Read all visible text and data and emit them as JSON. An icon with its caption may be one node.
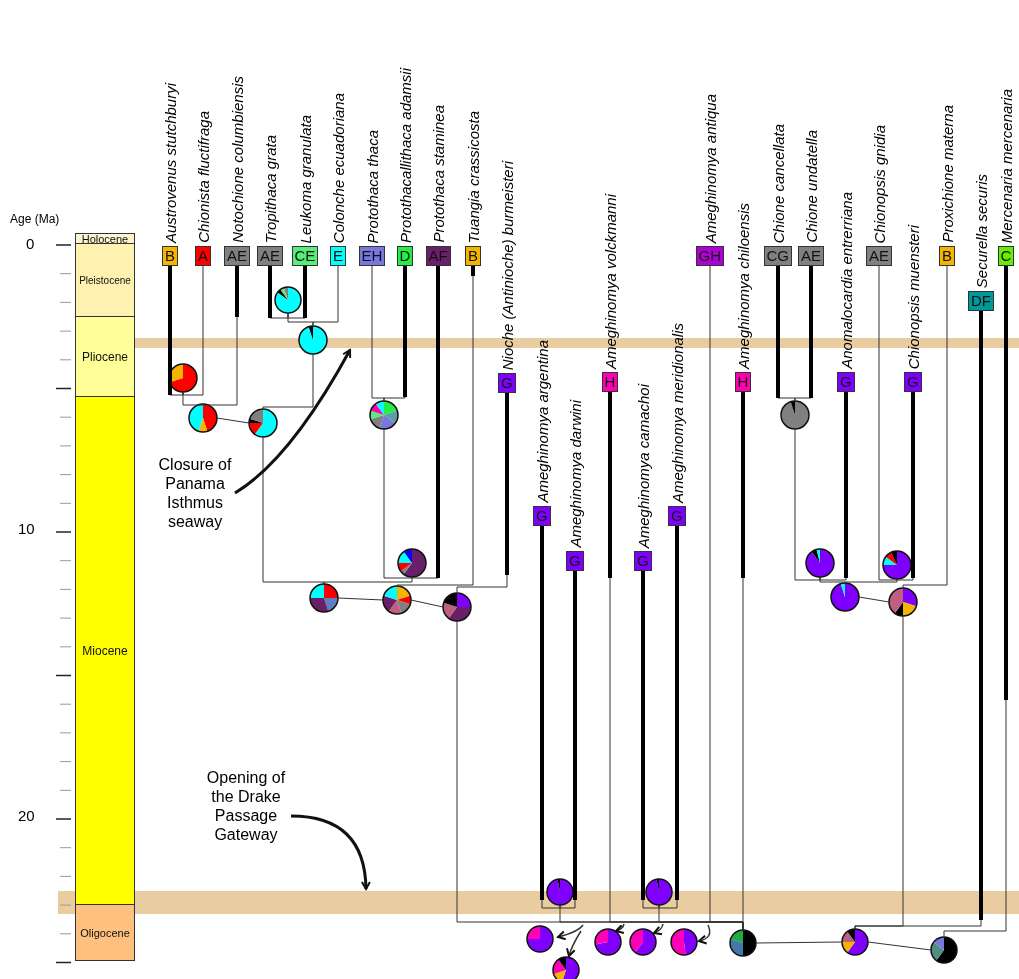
{
  "diagram": {
    "nodes": [
      {
        "text": [
          "Holocene"
        ]
      },
      {
        "text": [
          "Pleistocene"
        ]
      },
      {
        "text": [
          "Pliocene"
        ]
      },
      {
        "text": [
          "Miocene"
        ]
      },
      {
        "text": [
          "Oligocene"
        ]
      },
      {
        "text": [
          "B"
        ],
        "beside": [
          "Austrovenus stutchburyi"
        ]
      },
      {
        "text": [
          "A"
        ],
        "beside": [
          "Chionista fluctifraga"
        ]
      },
      {
        "text": [
          "AE"
        ],
        "beside": [
          "Notochione columbiensis"
        ]
      },
      {
        "text": [
          "AE"
        ],
        "beside": [
          "Tropithaca grata"
        ]
      },
      {
        "text": [
          "CE"
        ],
        "beside": [
          "Leukoma granulata"
        ]
      },
      {
        "text": [
          "E"
        ],
        "beside": [
          "Colonche ecuadoriana"
        ]
      },
      {
        "text": [
          "EH"
        ],
        "beside": [
          "Protothaca thaca"
        ]
      },
      {
        "text": [
          "D"
        ],
        "beside": [
          "Protothacallithaca adamsii"
        ]
      },
      {
        "text": [
          "AF"
        ],
        "beside": [
          "Protothaca staminea"
        ]
      },
      {
        "text": [
          "B"
        ],
        "beside": [
          "Tuangia crassicosta"
        ]
      },
      {
        "text": [
          "G"
        ],
        "beside": [
          "Nioche (Antinioche) burmeisteri"
        ]
      },
      {
        "text": [
          "G"
        ],
        "beside": [
          "Ameghinomya argentina"
        ]
      },
      {
        "text": [
          "G"
        ],
        "beside": [
          "Ameghinomya darwini"
        ]
      },
      {
        "text": [
          "H"
        ],
        "beside": [
          "Ameghinomya volckmanni"
        ]
      },
      {
        "text": [
          "G"
        ],
        "beside": [
          "Ameghinomya camachoi"
        ]
      },
      {
        "text": [
          "G"
        ],
        "beside": [
          "Ameghinomya meridionalis"
        ]
      },
      {
        "text": [
          "GH"
        ],
        "beside": [
          "Ameghinomya antiqua"
        ]
      },
      {
        "text": [
          "H"
        ],
        "beside": [
          "Ameghinomya chiloensis"
        ]
      },
      {
        "text": [
          "CG"
        ],
        "beside": [
          "Chione cancellata"
        ]
      },
      {
        "text": [
          "AE"
        ],
        "beside": [
          "Chione undatella"
        ]
      },
      {
        "text": [
          "G"
        ],
        "beside": [
          "Anomalocardia entrerriana"
        ]
      },
      {
        "text": [
          "AE"
        ],
        "beside": [
          "Chionopsis gnidia"
        ]
      },
      {
        "text": [
          "G"
        ],
        "beside": [
          "Chionopsis muensteri"
        ]
      },
      {
        "text": [
          "B"
        ],
        "beside": [
          "Proxichione materna"
        ]
      },
      {
        "text": [
          "DF"
        ],
        "beside": [
          "Securella securis"
        ]
      },
      {
        "text": [
          "C"
        ],
        "beside": [
          "Mercenaria mercenaria"
        ]
      },
      {
        "text": [],
        "shape": "circle"
      },
      {
        "text": [],
        "shape": "circle"
      },
      {
        "text": [],
        "shape": "circle"
      },
      {
        "text": [],
        "shape": "circle"
      },
      {
        "text": [],
        "shape": "circle"
      },
      {
        "text": [],
        "shape": "circle"
      },
      {
        "text": [],
        "shape": "circle"
      },
      {
        "text": [],
        "shape": "circle"
      },
      {
        "text": [],
        "shape": "circle"
      },
      {
        "text": [],
        "shape": "circle"
      },
      {
        "text": [],
        "shape": "circle"
      },
      {
        "text": [],
        "shape": "circle"
      },
      {
        "text": [],
        "shape": "circle"
      },
      {
        "text": [],
        "shape": "circle"
      },
      {
        "text": [],
        "shape": "circle"
      },
      {
        "text": [],
        "shape": "circle"
      },
      {
        "text": [],
        "shape": "circle"
      },
      {
        "text": [],
        "shape": "circle"
      },
      {
        "text": [],
        "shape": "circle"
      },
      {
        "text": [],
        "shape": "circle"
      },
      {
        "text": [],
        "shape": "circle"
      },
      {
        "text": [],
        "shape": "circle"
      },
      {
        "text": [],
        "shape": "circle"
      },
      {
        "text": [],
        "shape": "circle"
      },
      {
        "text": [],
        "shape": "circle"
      },
      {
        "text": [],
        "shape": "bar"
      },
      {
        "text": [],
        "shape": "bar"
      },
      {
        "text": [
          "Closure of Panama Isthmus seaway"
        ]
      },
      {
        "text": [
          "Opening of the Drake Passage Gateway"
        ]
      }
    ],
    "edges": [
      {
        "from": 5,
        "to": 33,
        "arrow": "none"
      },
      {
        "from": 6,
        "to": 33,
        "arrow": "none"
      },
      {
        "from": 33,
        "to": 34,
        "arrow": "none"
      },
      {
        "from": 7,
        "to": 34,
        "arrow": "none"
      },
      {
        "from": 8,
        "to": 31,
        "arrow": "none"
      },
      {
        "from": 9,
        "to": 31,
        "arrow": "none"
      },
      {
        "from": 31,
        "to": 32,
        "arrow": "none"
      },
      {
        "from": 10,
        "to": 32,
        "arrow": "none"
      },
      {
        "from": 34,
        "to": 35,
        "arrow": "none"
      },
      {
        "from": 32,
        "to": 35,
        "arrow": "none"
      },
      {
        "from": 11,
        "to": 36,
        "arrow": "none"
      },
      {
        "from": 12,
        "to": 36,
        "arrow": "none"
      },
      {
        "from": 36,
        "to": 38,
        "arrow": "none"
      },
      {
        "from": 13,
        "to": 38,
        "arrow": "none"
      },
      {
        "from": 35,
        "to": 41,
        "arrow": "none"
      },
      {
        "from": 38,
        "to": 41,
        "arrow": "none"
      },
      {
        "from": 41,
        "to": 42,
        "arrow": "none"
      },
      {
        "from": 14,
        "to": 42,
        "arrow": "none"
      },
      {
        "from": 42,
        "to": 43,
        "arrow": "none"
      },
      {
        "from": 15,
        "to": 43,
        "arrow": "none"
      },
      {
        "from": 23,
        "to": 37,
        "arrow": "none"
      },
      {
        "from": 24,
        "to": 37,
        "arrow": "none"
      },
      {
        "from": 37,
        "to": 39,
        "arrow": "none"
      },
      {
        "from": 25,
        "to": 39,
        "arrow": "none"
      },
      {
        "from": 26,
        "to": 40,
        "arrow": "none"
      },
      {
        "from": 27,
        "to": 40,
        "arrow": "none"
      },
      {
        "from": 39,
        "to": 44,
        "arrow": "none"
      },
      {
        "from": 40,
        "to": 44,
        "arrow": "none"
      },
      {
        "from": 44,
        "to": 45,
        "arrow": "none"
      },
      {
        "from": 28,
        "to": 45,
        "arrow": "none"
      },
      {
        "from": 16,
        "to": 46,
        "arrow": "none"
      },
      {
        "from": 17,
        "to": 46,
        "arrow": "none"
      },
      {
        "from": 19,
        "to": 47,
        "arrow": "none"
      },
      {
        "from": 20,
        "to": 47,
        "arrow": "none"
      },
      {
        "from": 43,
        "to": 52,
        "arrow": "none"
      },
      {
        "from": 46,
        "to": 52,
        "arrow": "none"
      },
      {
        "from": 18,
        "to": 52,
        "arrow": "none"
      },
      {
        "from": 47,
        "to": 52,
        "arrow": "none"
      },
      {
        "from": 21,
        "to": 52,
        "arrow": "none"
      },
      {
        "from": 22,
        "to": 52,
        "arrow": "none"
      },
      {
        "from": 52,
        "to": 53,
        "arrow": "none"
      },
      {
        "from": 45,
        "to": 53,
        "arrow": "none"
      },
      {
        "from": 29,
        "to": 53,
        "arrow": "none"
      },
      {
        "from": 53,
        "to": 54,
        "arrow": "none"
      },
      {
        "from": 30,
        "to": 54,
        "arrow": "none"
      },
      {
        "from": null,
        "to": 48,
        "arrow": "to"
      },
      {
        "from": null,
        "to": 55,
        "arrow": "to"
      },
      {
        "from": null,
        "to": 49,
        "arrow": "to"
      },
      {
        "from": null,
        "to": 50,
        "arrow": "to"
      },
      {
        "from": null,
        "to": 51,
        "arrow": "to"
      },
      {
        "from": 58,
        "to": 56,
        "arrow": "to",
        "style": "thick"
      },
      {
        "from": 59,
        "to": 57,
        "arrow": "to",
        "style": "thick"
      }
    ],
    "labels": [
      "Age (Ma)",
      "0",
      "10",
      "20"
    ]
  }
}
